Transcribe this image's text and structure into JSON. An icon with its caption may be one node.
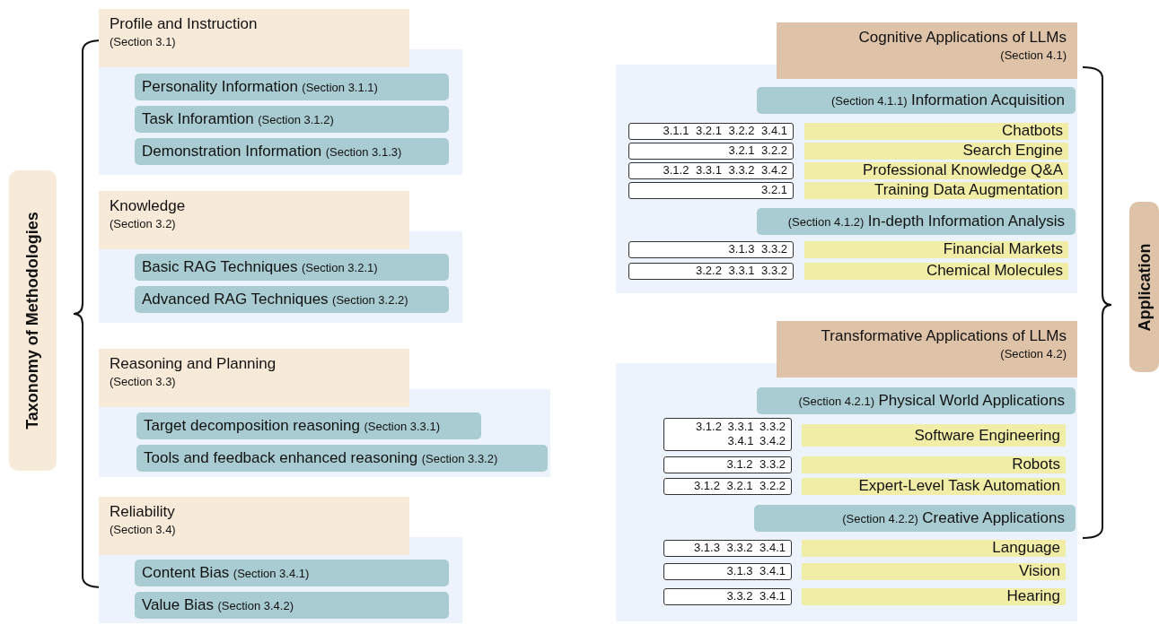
{
  "diagram": {
    "nodes": [
      {
        "text": [
          "Taxonomy of Methodologies"
        ]
      },
      {
        "text": [
          "Profile and Instruction",
          "(Section 3.1)"
        ]
      },
      {
        "text": [
          "Personality Information",
          "(Section 3.1.1)"
        ],
        "in": 1
      },
      {
        "text": [
          "Task Inforamtion",
          "(Section 3.1.2)"
        ],
        "in": 1
      },
      {
        "text": [
          "Demonstration Information",
          "(Section 3.1.3)"
        ],
        "in": 1
      },
      {
        "text": [
          "Knowledge",
          "(Section 3.2)"
        ]
      },
      {
        "text": [
          "Basic RAG Techniques",
          "(Section 3.2.1)"
        ],
        "in": 5
      },
      {
        "text": [
          "Advanced RAG Techniques",
          "(Section 3.2.2)"
        ],
        "in": 5
      },
      {
        "text": [
          "Reasoning and Planning",
          "(Section 3.3)"
        ]
      },
      {
        "text": [
          "Target decomposition reasoning",
          "(Section 3.3.1)"
        ],
        "in": 8
      },
      {
        "text": [
          "Tools and feedback enhanced reasoning",
          "(Section 3.3.2)"
        ],
        "in": 8
      },
      {
        "text": [
          "Reliability",
          "(Section 3.4)"
        ]
      },
      {
        "text": [
          "Content Bias",
          "(Section 3.4.1)"
        ],
        "in": 11
      },
      {
        "text": [
          "Value Bias",
          "(Section 3.4.2)"
        ],
        "in": 11
      },
      {
        "text": [
          "Cognitive Applications of LLMs",
          "(Section 4.1)"
        ]
      },
      {
        "text": [
          "(Section 4.1.1)",
          "Information Acquisition"
        ],
        "in": 14
      },
      {
        "text": [
          "3.1.1 3.2.1 3.2.2 3.4.1"
        ],
        "in": 14
      },
      {
        "text": [
          "Chatbots"
        ],
        "in": 14
      },
      {
        "text": [
          "3.2.1 3.2.2"
        ],
        "in": 14
      },
      {
        "text": [
          "Search Engine"
        ],
        "in": 14
      },
      {
        "text": [
          "3.1.2 3.3.1 3.3.2 3.4.2"
        ],
        "in": 14
      },
      {
        "text": [
          "Professional Knowledge Q&A"
        ],
        "in": 14
      },
      {
        "text": [
          "3.2.1"
        ],
        "in": 14
      },
      {
        "text": [
          "Training Data Augmentation"
        ],
        "in": 14
      },
      {
        "text": [
          "(Section 4.1.2)",
          "In-depth Information Analysis"
        ],
        "in": 14
      },
      {
        "text": [
          "3.1.3 3.3.2"
        ],
        "in": 14
      },
      {
        "text": [
          "Financial Markets"
        ],
        "in": 14
      },
      {
        "text": [
          "3.2.2 3.3.1 3.3.2"
        ],
        "in": 14
      },
      {
        "text": [
          "Chemical Molecules"
        ],
        "in": 14
      },
      {
        "text": [
          "Transformative Applications of LLMs",
          "(Section 4.2)"
        ]
      },
      {
        "text": [
          "(Section 4.2.1)",
          "Physical World Applications"
        ],
        "in": 29
      },
      {
        "text": [
          "3.1.2 3.3.1 3.3.2 3.4.1 3.4.2"
        ],
        "in": 29
      },
      {
        "text": [
          "Software Engineering"
        ],
        "in": 29
      },
      {
        "text": [
          "3.1.2 3.3.2"
        ],
        "in": 29
      },
      {
        "text": [
          "Robots"
        ],
        "in": 29
      },
      {
        "text": [
          "3.1.2 3.2.1 3.2.2"
        ],
        "in": 29
      },
      {
        "text": [
          "Expert-Level Task Automation"
        ],
        "in": 29
      },
      {
        "text": [
          "(Section 4.2.2)",
          "Creative Applications"
        ],
        "in": 29
      },
      {
        "text": [
          "3.1.3 3.3.2 3.4.1"
        ],
        "in": 29
      },
      {
        "text": [
          "Language"
        ],
        "in": 29
      },
      {
        "text": [
          "3.1.3 3.4.1"
        ],
        "in": 29
      },
      {
        "text": [
          "Vision"
        ],
        "in": 29
      },
      {
        "text": [
          "3.3.2 3.4.1"
        ],
        "in": 29
      },
      {
        "text": [
          "Hearing"
        ],
        "in": 29
      },
      {
        "text": [
          "Application"
        ]
      }
    ],
    "edges": []
  }
}
